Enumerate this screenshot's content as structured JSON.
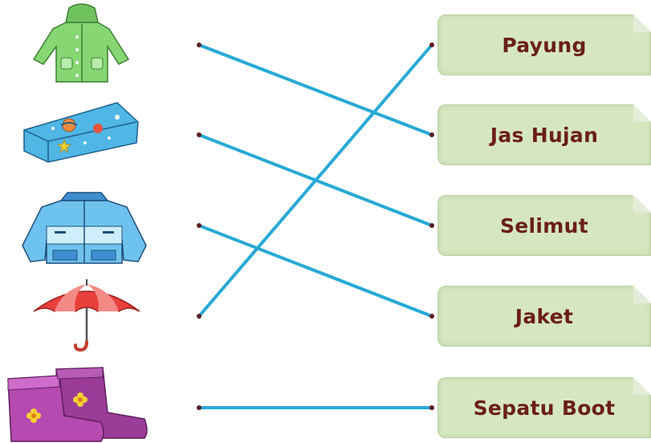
{
  "items": [
    {
      "name": "raincoat-icon",
      "color": "#7ccf6b"
    },
    {
      "name": "blanket-icon",
      "color": "#4fb6e6"
    },
    {
      "name": "jacket-icon",
      "color": "#5ab9e8"
    },
    {
      "name": "umbrella-icon",
      "color": "#e8413c"
    },
    {
      "name": "boots-icon",
      "color": "#b54ab0"
    }
  ],
  "labels": [
    "Payung",
    "Jas Hujan",
    "Selimut",
    "Jaket",
    "Sepatu Boot"
  ],
  "matches": [
    {
      "from": 0,
      "to": 1
    },
    {
      "from": 1,
      "to": 2
    },
    {
      "from": 2,
      "to": 3
    },
    {
      "from": 3,
      "to": 0
    },
    {
      "from": 4,
      "to": 4
    }
  ],
  "colors": {
    "line": "#27a9d6",
    "card": "#d6e7bf",
    "text": "#6b1f16",
    "dot": "#5a1c20"
  }
}
